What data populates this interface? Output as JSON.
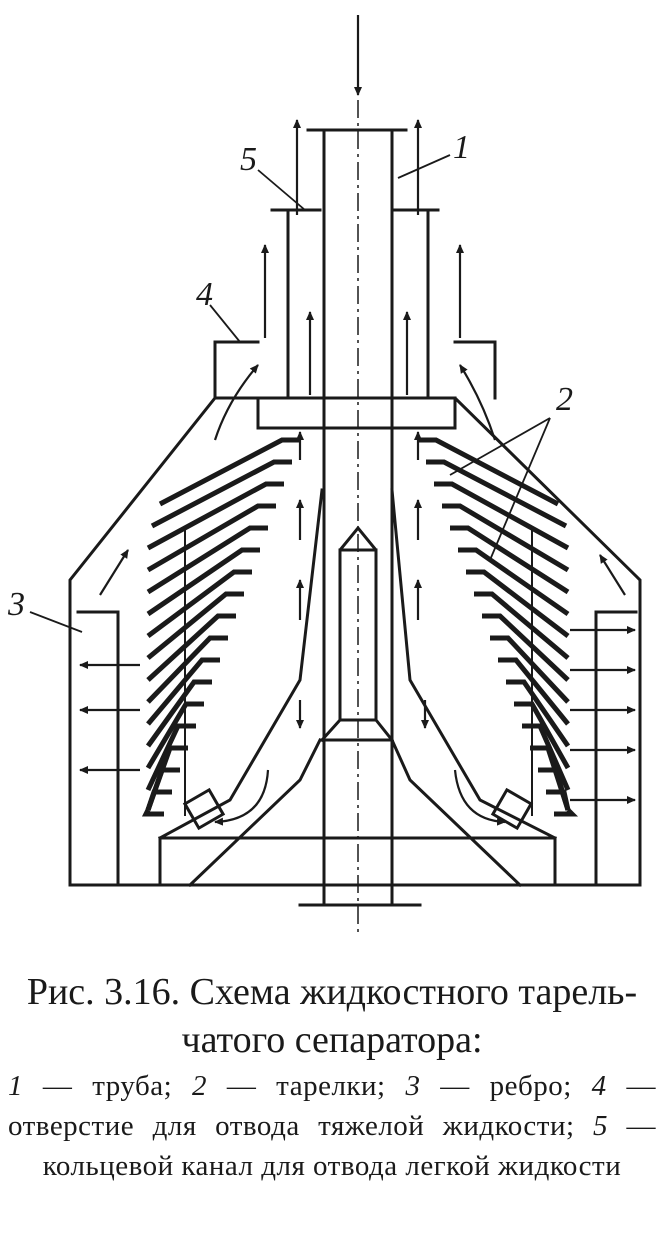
{
  "figure": {
    "labels": {
      "l1": "1",
      "l2": "2",
      "l3": "3",
      "l4": "4",
      "l5": "5"
    },
    "line_color": "#1a1a1a"
  },
  "caption": {
    "title_line1": "Рис. 3.16. Схема жидкостного тарель-",
    "title_line2": "чатого сепаратора:",
    "legend": [
      {
        "num": "1",
        "text": "труба"
      },
      {
        "num": "2",
        "text": "тарелки"
      },
      {
        "num": "3",
        "text": "ребро"
      },
      {
        "num": "4",
        "text": "отверстие для отвода тяжелой жидкости"
      },
      {
        "num": "5",
        "text": "кольцевой канал для отвода легкой жидкости"
      }
    ],
    "sep": " — ",
    "joiner": "; "
  }
}
